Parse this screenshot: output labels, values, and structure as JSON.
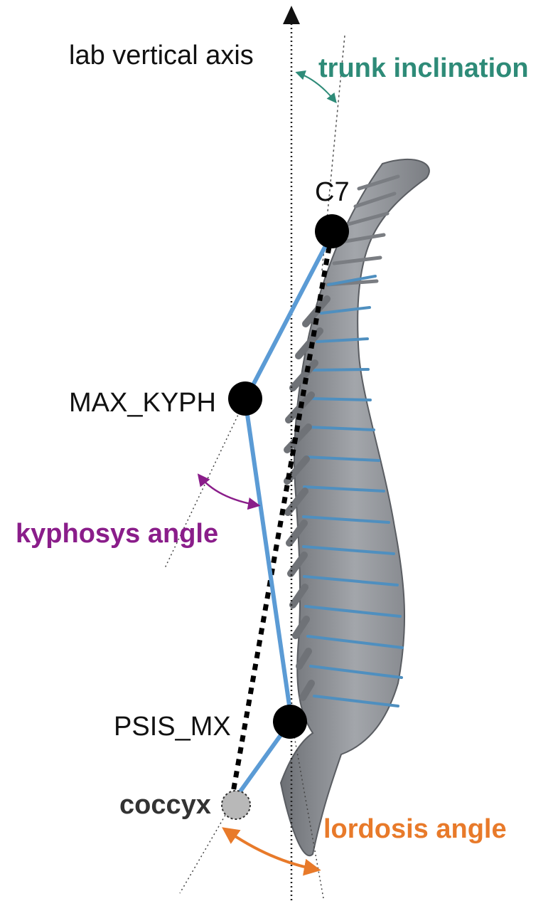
{
  "labels": {
    "vertical_axis": "lab vertical axis",
    "trunk_inclination": "trunk inclination",
    "c7": "C7",
    "max_kyph": "MAX_KYPH",
    "kyphosis_angle": "kyphosys angle",
    "psis_mx": "PSIS_MX",
    "coccyx": "coccyx",
    "lordosis_angle": "lordosis angle"
  },
  "colors": {
    "text": "#111111",
    "trunk_inclination": "#2e8b78",
    "kyphosis_angle": "#8a1d8a",
    "coccyx": "#333333",
    "lordosis_angle": "#e87a2a",
    "segment_line": "#5b9bd5",
    "landmark": "#000000",
    "coccyx_marker": "#b8b8b8",
    "bone": "#8e9196",
    "disc": "#4f8fbf"
  },
  "icons": {
    "spine": "spine-illustration-icon"
  }
}
